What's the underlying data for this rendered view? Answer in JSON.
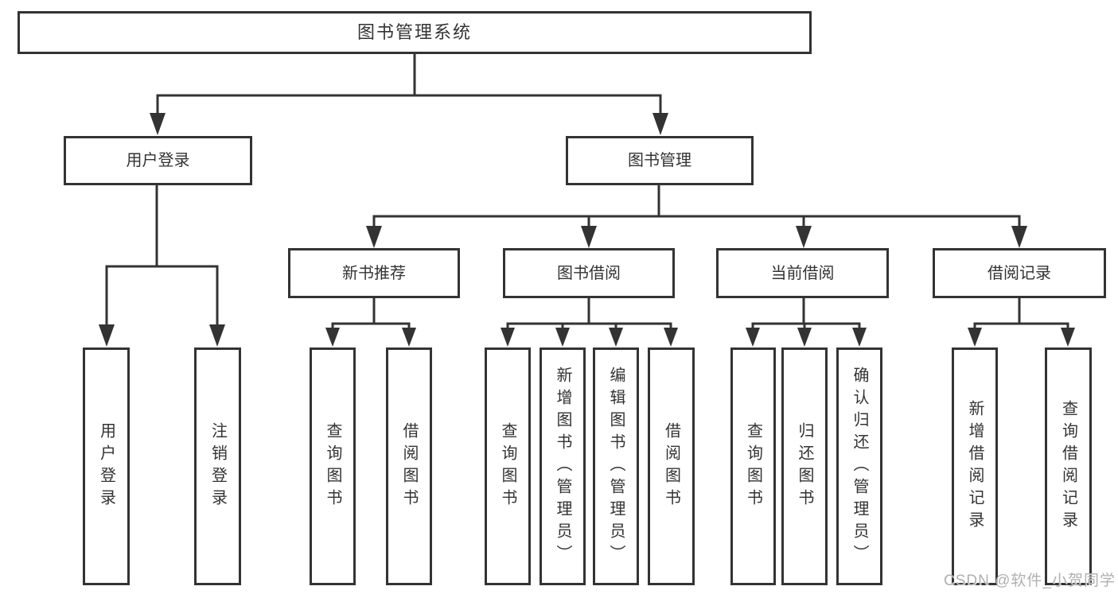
{
  "diagram": {
    "root": {
      "label": "图书管理系统"
    },
    "branches": [
      {
        "label": "用户登录",
        "children": [
          {
            "label": "用户登录"
          },
          {
            "label": "注销登录"
          }
        ]
      },
      {
        "label": "图书管理",
        "children": [
          {
            "label": "新书推荐",
            "children": [
              {
                "label": "查询图书"
              },
              {
                "label": "借阅图书"
              }
            ]
          },
          {
            "label": "图书借阅",
            "children": [
              {
                "label": "查询图书"
              },
              {
                "label": "新增图书（管理员）"
              },
              {
                "label": "编辑图书（管理员）"
              },
              {
                "label": "借阅图书"
              }
            ]
          },
          {
            "label": "当前借阅",
            "children": [
              {
                "label": "查询图书"
              },
              {
                "label": "归还图书"
              },
              {
                "label": "确认归还（管理员）"
              }
            ]
          },
          {
            "label": "借阅记录",
            "children": [
              {
                "label": "新增借阅记录"
              },
              {
                "label": "查询借阅记录"
              }
            ]
          }
        ]
      }
    ]
  },
  "watermark": {
    "text": "CSDN @软件_小贺同学"
  },
  "colors": {
    "line": "#333333",
    "box_border": "#333333",
    "box_fill": "#ffffff",
    "text": "#333333",
    "watermark": "#b0b0b0",
    "background": "#ffffff"
  }
}
